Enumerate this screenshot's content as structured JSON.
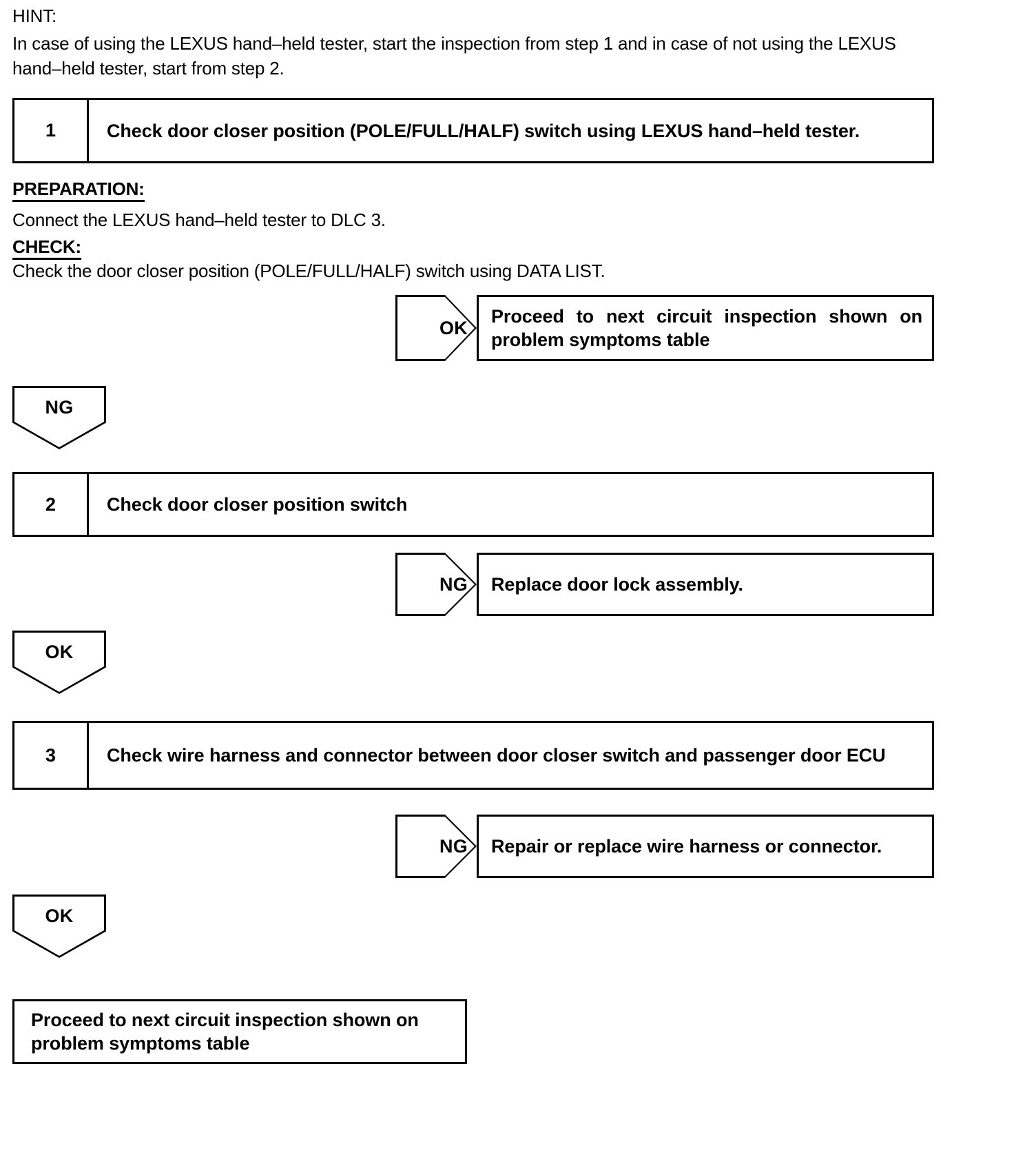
{
  "hint": {
    "label": "HINT:",
    "body": "In case of using the LEXUS hand–held tester, start the inspection from step 1 and in case of not using the LEXUS hand–held tester, start from step 2."
  },
  "steps": [
    {
      "number": "1",
      "title": "Check door closer position (POLE/FULL/HALF) switch using LEXUS hand–held tester."
    },
    {
      "number": "2",
      "title": "Check door closer position switch"
    },
    {
      "number": "3",
      "title": "Check wire harness and connector between door closer switch and passenger door ECU"
    }
  ],
  "sections": {
    "preparation_head": "PREPARATION:",
    "preparation_body": "Connect the LEXUS hand–held tester to DLC 3.",
    "check_head": "CHECK:",
    "check_body": "Check the door closer position (POLE/FULL/HALF) switch using DATA LIST."
  },
  "judgements": [
    {
      "result": "OK",
      "action": "Proceed to next circuit inspection shown on problem symptoms table"
    },
    {
      "result": "NG",
      "action": "Replace door lock assembly."
    },
    {
      "result": "NG",
      "action": "Repair or replace wire harness or connector."
    }
  ],
  "flow_arrows": [
    {
      "label": "NG"
    },
    {
      "label": "OK"
    },
    {
      "label": "OK"
    }
  ],
  "final": {
    "text": "Proceed to next circuit inspection shown on problem symptoms table"
  },
  "colors": {
    "ink": "#000000",
    "paper": "#ffffff"
  }
}
